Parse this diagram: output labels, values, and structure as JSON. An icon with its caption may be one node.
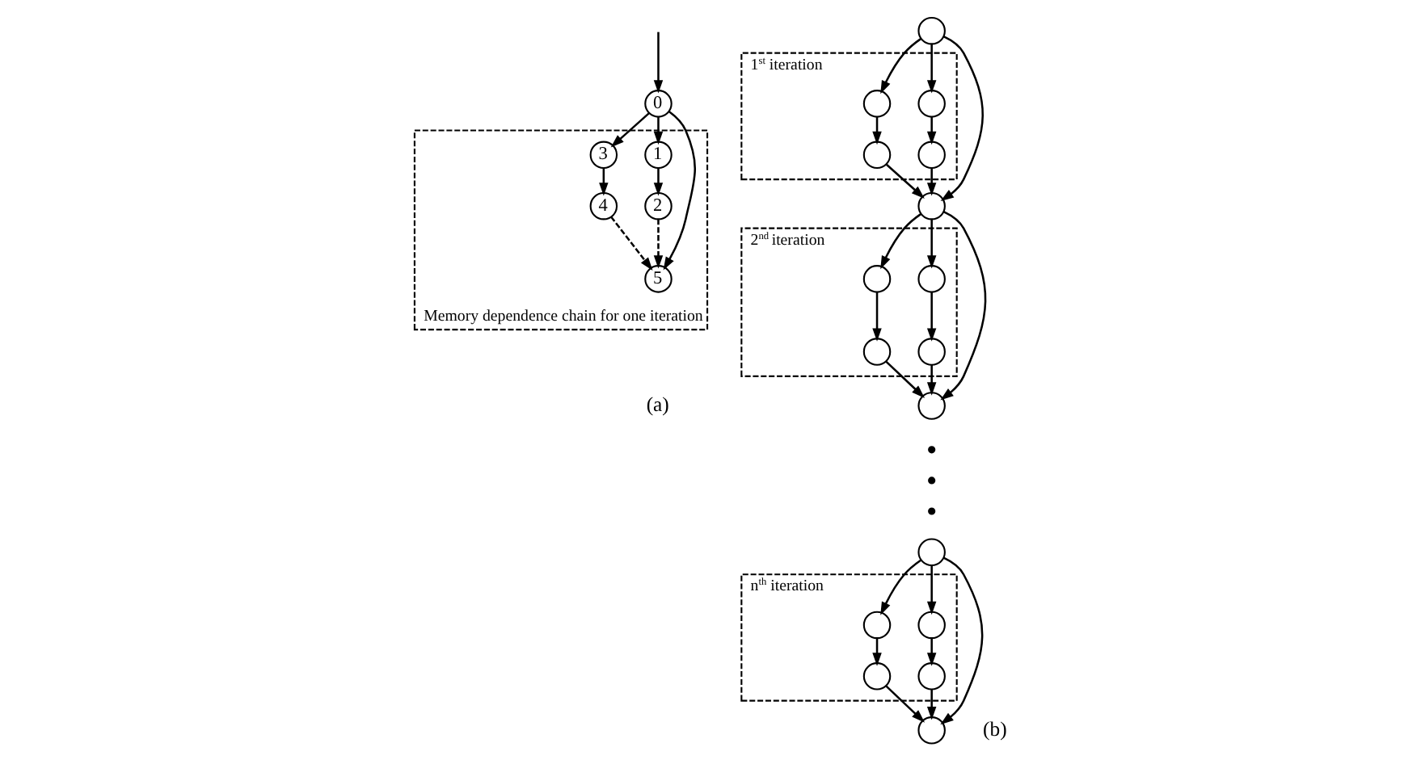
{
  "diagram": {
    "nodes": [
      {
        "text": [
          "Memory dependence chain for one iteration"
        ]
      },
      {
        "text": [
          "0"
        ]
      },
      {
        "text": [
          "1"
        ],
        "in": 0
      },
      {
        "text": [
          "2"
        ],
        "in": 0
      },
      {
        "text": [
          "3"
        ],
        "in": 0
      },
      {
        "text": [
          "4"
        ],
        "in": 0
      },
      {
        "text": [
          "5"
        ],
        "in": 0
      },
      {
        "text": [],
        "shape": "circle"
      },
      {
        "text": [
          "1$^{st}$ iteration"
        ]
      },
      {
        "text": [],
        "shape": "circle",
        "in": 8
      },
      {
        "text": [],
        "shape": "circle",
        "in": 8
      },
      {
        "text": [],
        "shape": "circle",
        "in": 8
      },
      {
        "text": [],
        "shape": "circle",
        "in": 8
      },
      {
        "text": [],
        "shape": "circle"
      },
      {
        "text": [
          "2$^{nd}$ iteration"
        ]
      },
      {
        "text": [],
        "shape": "circle",
        "in": 14
      },
      {
        "text": [],
        "shape": "circle",
        "in": 14
      },
      {
        "text": [],
        "shape": "circle",
        "in": 14
      },
      {
        "text": [],
        "shape": "circle",
        "in": 14
      },
      {
        "text": [],
        "shape": "circle"
      },
      {
        "text": [],
        "shape": "circle"
      },
      {
        "text": [
          "n$^{th}$ iteration"
        ]
      },
      {
        "text": [],
        "shape": "circle",
        "in": 21
      },
      {
        "text": [],
        "shape": "circle",
        "in": 21
      },
      {
        "text": [],
        "shape": "circle",
        "in": 21
      },
      {
        "text": [],
        "shape": "circle",
        "in": 21
      },
      {
        "text": [],
        "shape": "circle"
      }
    ],
    "edges": [
      {
        "from": null,
        "to": 1,
        "arrow": "to"
      },
      {
        "from": 1,
        "to": 2,
        "arrow": "to"
      },
      {
        "from": 1,
        "to": 6,
        "arrow": "to"
      },
      {
        "from": 1,
        "to": 4,
        "arrow": "to"
      },
      {
        "from": 2,
        "to": 3,
        "arrow": "to"
      },
      {
        "from": 4,
        "to": 5,
        "arrow": "to"
      },
      {
        "from": 3,
        "to": 6,
        "arrow": "to",
        "style": "dashed"
      },
      {
        "from": 5,
        "to": 6,
        "arrow": "to",
        "style": "dashed"
      },
      {
        "from": 7,
        "to": 9,
        "arrow": "to"
      },
      {
        "from": 7,
        "to": 13,
        "arrow": "to"
      },
      {
        "from": 7,
        "to": 10,
        "arrow": "to"
      },
      {
        "from": 9,
        "to": 11,
        "arrow": "to"
      },
      {
        "from": 10,
        "to": 12,
        "arrow": "to"
      },
      {
        "from": 11,
        "to": 13,
        "arrow": "to"
      },
      {
        "from": 12,
        "to": 13,
        "arrow": "to"
      },
      {
        "from": 13,
        "to": 15,
        "arrow": "to"
      },
      {
        "from": 13,
        "to": 19,
        "arrow": "to"
      },
      {
        "from": 13,
        "to": 16,
        "arrow": "to"
      },
      {
        "from": 15,
        "to": 17,
        "arrow": "to"
      },
      {
        "from": 16,
        "to": 18,
        "arrow": "to"
      },
      {
        "from": 17,
        "to": 19,
        "arrow": "to"
      },
      {
        "from": 18,
        "to": 19,
        "arrow": "to"
      },
      {
        "from": 20,
        "to": 22,
        "arrow": "to"
      },
      {
        "from": 20,
        "to": 26,
        "arrow": "to"
      },
      {
        "from": 20,
        "to": 23,
        "arrow": "to"
      },
      {
        "from": 22,
        "to": 24,
        "arrow": "to"
      },
      {
        "from": 23,
        "to": 25,
        "arrow": "to"
      },
      {
        "from": 24,
        "to": 26,
        "arrow": "to"
      },
      {
        "from": 25,
        "to": 26,
        "arrow": "to"
      }
    ],
    "labels": [
      "(a)",
      "(b)"
    ]
  }
}
